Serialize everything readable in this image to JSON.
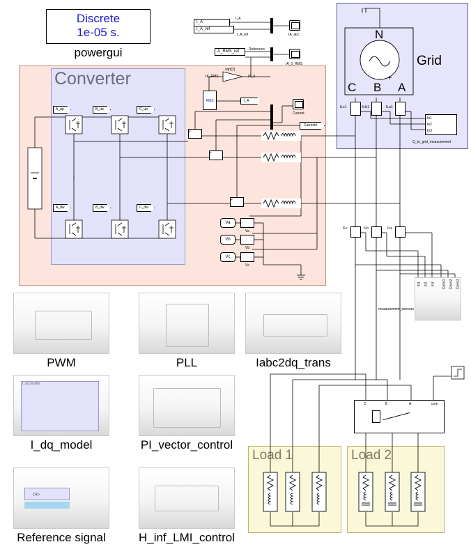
{
  "powergui": {
    "line1": "Discrete",
    "line2": "1e-05 s.",
    "label": "powergui"
  },
  "colors": {
    "converter_fill": "#fde4dc",
    "converter_border": "#c98c7a",
    "inner_fill": "#e3e2fb",
    "grid_fill": "#e6e5fb",
    "load_fill": "#fbf8d9",
    "wire": "#000000",
    "powergui_text": "#1c1cd0"
  },
  "converter": {
    "title": "Converter",
    "gates": [
      "A_up",
      "B_up",
      "C_up",
      "A_dw",
      "B_dw",
      "C_dw"
    ],
    "rms_block": "RMS",
    "sqrt_block": "sqrt(2)",
    "ia_rms": "IA_RMS",
    "ia_0": "IA_0",
    "current_scope": "Current",
    "currents_goto": "Currents",
    "ia_goto": "I_A",
    "v_sources": [
      "Va",
      "Vb",
      "Vc"
    ]
  },
  "signals_top": {
    "i_a": "I_A",
    "i_a_ref": "I_A_ref",
    "i_a_ref_label": "I_A_ref",
    "scope_iabc": "IA_abc",
    "a_rms_ref": "A_RMS_ref",
    "reference": "Reference",
    "scope_ia0rms": "IA_0_RMS"
  },
  "grid": {
    "title": "Grid",
    "terminals": [
      "C",
      "B",
      "A",
      "N"
    ],
    "meters": [
      "ILc1",
      "ILb1",
      "ILa1"
    ],
    "q_block": "Q_to_grid_measurement",
    "q_ports": [
      "In1",
      "In2",
      "In3"
    ]
  },
  "meters_mid": [
    "ILc",
    "ILb",
    "ILa"
  ],
  "measurement": {
    "label": "measurement_sensors",
    "ports": [
      "In1",
      "In2",
      "In3",
      "Conn1",
      "Conn2",
      "Conn3"
    ]
  },
  "breaker_ports": [
    "C",
    "B",
    "A",
    "com"
  ],
  "subsystems": [
    {
      "label": "PWM"
    },
    {
      "label": "PLL"
    },
    {
      "label": "Iabc2dq_trans"
    },
    {
      "label": "I_dq_model",
      "inner": "I_dq model"
    },
    {
      "label": "PI_vector_control"
    },
    {
      "label": "Reference signal"
    },
    {
      "label": "H_inf_LMI_control"
    }
  ],
  "loads": [
    "Load 1",
    "Load 2"
  ]
}
